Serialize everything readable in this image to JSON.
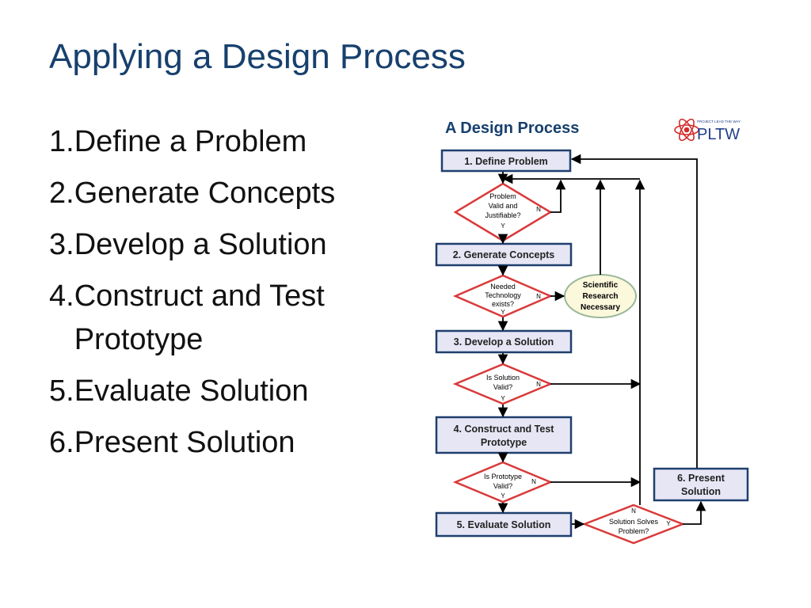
{
  "slide": {
    "title": "Applying a Design Process"
  },
  "steps": [
    {
      "number": "1.",
      "text": "Define a Problem"
    },
    {
      "number": "2.",
      "text": "Generate Concepts"
    },
    {
      "number": "3.",
      "text": "Develop a Solution"
    },
    {
      "number": "4.",
      "text": "Construct and Test Prototype"
    },
    {
      "number": "5.",
      "text": "Evaluate Solution"
    },
    {
      "number": "6.",
      "text": "Present Solution"
    }
  ],
  "figure": {
    "title": "A Design Process",
    "logo": {
      "small_text": "PROJECT LEAD THE WAY",
      "main_text": "PLTW"
    },
    "boxes": {
      "define": "1. Define Problem",
      "generate": "2. Generate Concepts",
      "develop": "3. Develop a Solution",
      "construct_line1": "4. Construct and Test",
      "construct_line2": "Prototype",
      "evaluate": "5. Evaluate Solution",
      "present_line1": "6. Present",
      "present_line2": "Solution"
    },
    "decisions": {
      "d1": [
        "Problem",
        "Valid and",
        "Justifiable?"
      ],
      "d2": [
        "Needed",
        "Technology",
        "exists?"
      ],
      "d3": [
        "Is  Solution",
        "Valid?"
      ],
      "d4": [
        "Is  Prototype",
        "Valid?"
      ],
      "d5": [
        "Solution Solves",
        "Problem?"
      ]
    },
    "research": [
      "Scientific",
      "Research",
      "Necessary"
    ],
    "yes": "Y",
    "no": "N",
    "colors": {
      "title": "#17406D",
      "box_fill": "#E6E6F5",
      "box_stroke": "#1F3F6E",
      "diamond_stroke": "#D93A3A",
      "oval_fill": "#FBF8DC",
      "oval_stroke": "#9AB89A",
      "logo_red": "#D42A2A",
      "logo_blue": "#1F3F8A"
    }
  }
}
